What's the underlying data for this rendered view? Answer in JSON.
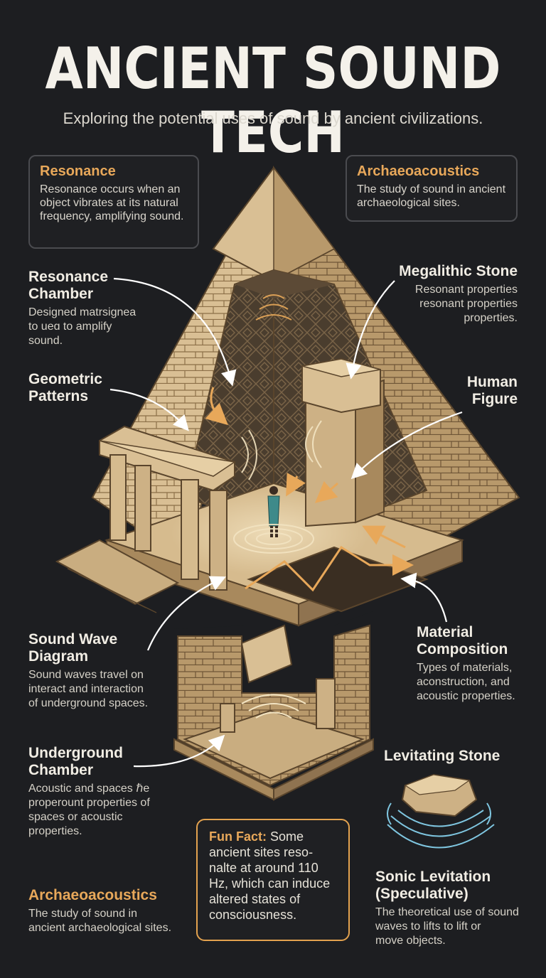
{
  "title": "ANCIENT SOUND TECH",
  "subtitle": "Exploring the potential uses of sound by ancient civilizations.",
  "boxes": {
    "resonance": {
      "title": "Resonance",
      "body": "Resonance occurs when an object vibrates at its natural frequency, amplifying sound."
    },
    "archaeo_top": {
      "title": "Archaeoacoustics",
      "body": "The study of sound in ancient archaeological sites."
    }
  },
  "labels": {
    "resonance_chamber": {
      "title": "Resonance\nChamber",
      "body": "Designed matrsignea\nto ueɑ to amplify\nsound."
    },
    "megalithic_stone": {
      "title": "Megalithic Stone",
      "body": "Resonant properties\nresonant properties\nproperties."
    },
    "geometric_patterns": {
      "title": "Geometric\nPatterns"
    },
    "human_figure": {
      "title": "Human\nFigure"
    },
    "sound_wave_diagram": {
      "title": "Sound Wave\nDiagram",
      "body": "Sound waves travel on\ninteract and interaction\nof underground spaces."
    },
    "material_composition": {
      "title": "Material\nComposition",
      "body": "Types of materials,\naconstruction, and\nacoustic properties."
    },
    "levitating_stone": {
      "title": "Levitating Stone"
    },
    "underground_chamber": {
      "title": "Underground\nChamber",
      "body": "Acoustic and spaces ℏe\nproperount properties of\nspaces or acoustic\nproperties."
    },
    "archaeo_bottom": {
      "title": "Archaeoacoustics",
      "body": "The study of sound in\nancient archaeological sites."
    },
    "sonic_levitation": {
      "title": "Sonic Levitation\n(Speculative)",
      "body": "The theoretical use of sound\nwaves to lifts to lift or\nmove objects."
    }
  },
  "fun_fact": {
    "head": "Fun Fact:",
    "body": "Some ancient sites reso-nalte at around 110 Hz, which can induce altered states of consciousness."
  },
  "colors": {
    "background": "#1d1e21",
    "accent": "#e8a85a",
    "stone": "#d9bf94",
    "stone_dark": "#a88a5e",
    "wave_blue": "#7fc6e0"
  }
}
